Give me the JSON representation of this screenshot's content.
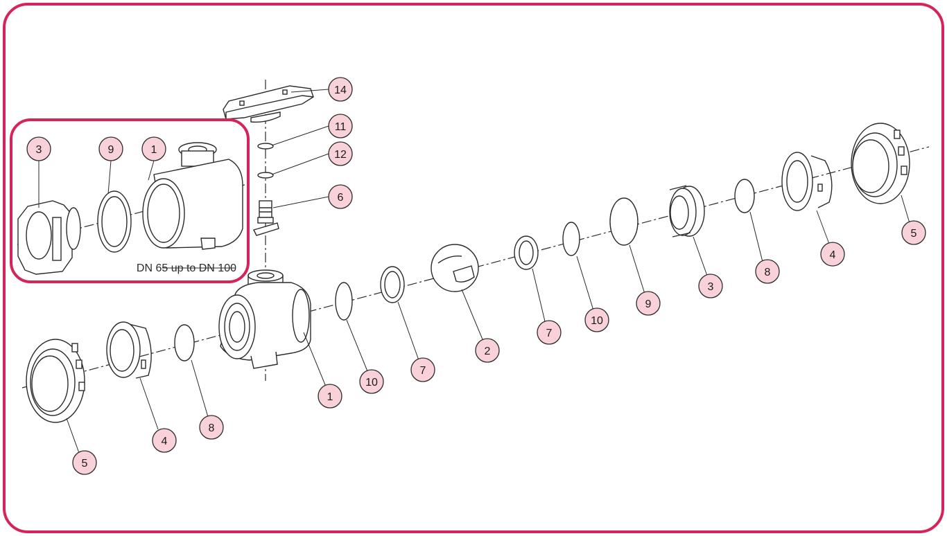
{
  "colors": {
    "frame": "#d6245a",
    "badge_fill": "#f9d2d9",
    "badge_stroke": "#2a2a2a",
    "line": "#2a2a2a"
  },
  "inset": {
    "caption": "DN 65 up to DN 100",
    "badges": [
      "3",
      "9",
      "1"
    ]
  },
  "callouts": [
    {
      "label": "14",
      "part": "handle"
    },
    {
      "label": "11",
      "part": "o-ring-small"
    },
    {
      "label": "12",
      "part": "o-ring-stem"
    },
    {
      "label": "6",
      "part": "stem"
    },
    {
      "label": "1",
      "part": "valve-body"
    },
    {
      "label": "10",
      "part": "o-ring-left"
    },
    {
      "label": "7",
      "part": "seat-left"
    },
    {
      "label": "2",
      "part": "ball"
    },
    {
      "label": "7",
      "part": "seat-right"
    },
    {
      "label": "10",
      "part": "o-ring-right"
    },
    {
      "label": "9",
      "part": "seal-ring"
    },
    {
      "label": "3",
      "part": "carrier"
    },
    {
      "label": "8",
      "part": "o-ring-end-right"
    },
    {
      "label": "4",
      "part": "end-connector-right"
    },
    {
      "label": "5",
      "part": "union-nut-right"
    },
    {
      "label": "5",
      "part": "union-nut-left"
    },
    {
      "label": "4",
      "part": "end-connector-left"
    },
    {
      "label": "8",
      "part": "o-ring-end-left"
    }
  ]
}
